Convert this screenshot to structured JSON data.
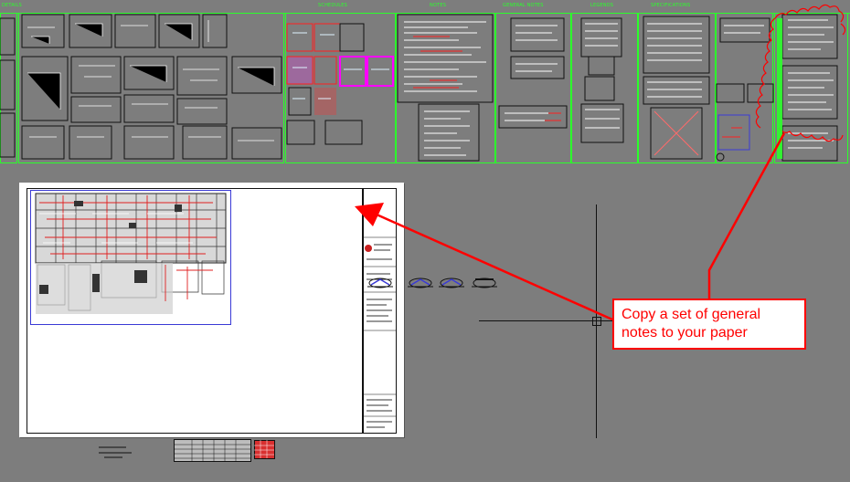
{
  "app": {
    "title": "CAD drawing workspace"
  },
  "sheet_strip": {
    "sections": [
      {
        "label": "DETAILS"
      },
      {
        "label": "SCHEDULES"
      },
      {
        "label": "NOTES"
      },
      {
        "label": "GENERAL NOTES"
      },
      {
        "label": "LEGENDS"
      },
      {
        "label": "SPECIFICATIONS"
      }
    ]
  },
  "callout": {
    "line1": "Copy a set of general",
    "line2": "notes to your paper"
  },
  "colors": {
    "background": "#7d7d7d",
    "layout_green": "#2bff2b",
    "annotation_red": "#ff0000",
    "viewport_blue": "#3a3ad6",
    "paper": "#ffffff"
  },
  "icons": {
    "pointer_arrow": "arrow-icon",
    "crosshair": "crosshair-cursor-icon",
    "revision_cloud": "revision-cloud-icon"
  }
}
